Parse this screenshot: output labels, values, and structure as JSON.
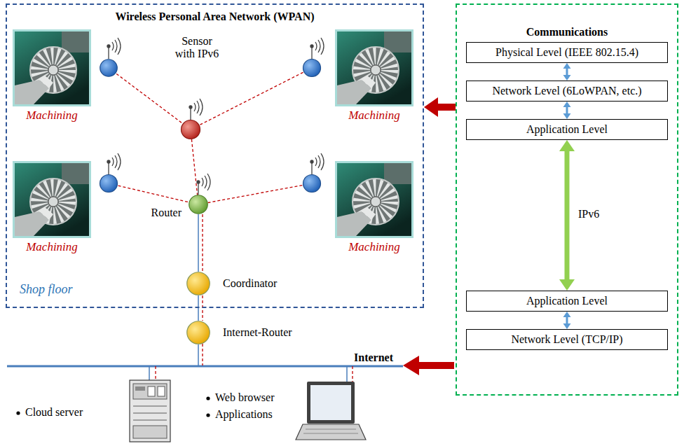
{
  "diagram": {
    "nodes": [
      {
        "text": [
          "Wireless Personal Area Network (WPAN)",
          "Shop floor"
        ]
      },
      {
        "text": [
          "Machining"
        ],
        "in": 0
      },
      {
        "text": [
          "Sensor with IPv6"
        ],
        "in": 0
      },
      {
        "text": [
          "Machining"
        ],
        "in": 0
      },
      {
        "text": [
          "Machining"
        ],
        "in": 0
      },
      {
        "text": [
          "Router"
        ],
        "in": 0
      },
      {
        "text": [
          "Machining"
        ],
        "in": 0
      },
      {
        "text": [
          "Coordinator"
        ],
        "in": 0
      },
      {
        "text": [
          "Internet-Router"
        ]
      },
      {
        "text": [
          "Communications"
        ]
      },
      {
        "text": [
          "Physical Level (IEEE 802.15.4)"
        ],
        "in": 9
      },
      {
        "text": [
          "Network Level (6LoWPAN, etc.)"
        ],
        "in": 9
      },
      {
        "text": [
          "Application Level"
        ],
        "in": 9
      },
      {
        "text": [
          "Application Level"
        ],
        "in": 9
      },
      {
        "text": [
          "Network Level (TCP/IP)"
        ],
        "in": 9
      }
    ],
    "edges": [
      {
        "from": 10,
        "to": 11,
        "arrow": "both"
      },
      {
        "from": 11,
        "to": 12,
        "arrow": "both"
      },
      {
        "from": 12,
        "to": 13,
        "arrow": "both",
        "label": "IPv6"
      },
      {
        "from": 13,
        "to": 14,
        "arrow": "both"
      },
      {
        "from": 5,
        "to": 7,
        "arrow": "none"
      },
      {
        "from": 7,
        "to": 8,
        "arrow": "none"
      },
      {
        "from": 9,
        "to": 0,
        "arrow": "to"
      }
    ],
    "labels": [
      "Internet",
      "Cloud server",
      "Web browser",
      "Applications"
    ]
  }
}
